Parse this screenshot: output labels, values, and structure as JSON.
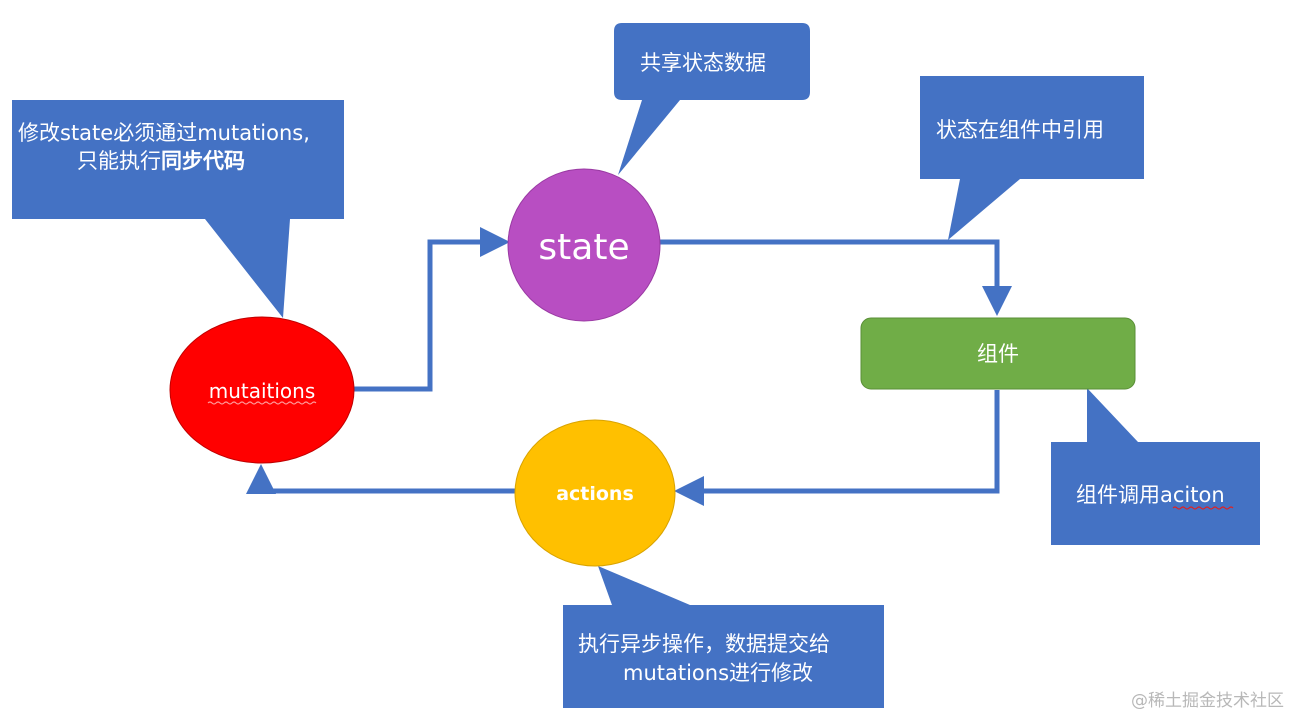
{
  "nodes": {
    "state": "state",
    "mutations": "mutaitions",
    "actions": "actions",
    "component": "组件"
  },
  "callouts": {
    "mutations_note": {
      "line1": "修改state必须通过mutations,",
      "line2_prefix": "只能执行",
      "line2_bold": "同步代码"
    },
    "state_note": "共享状态数据",
    "component_note": "状态在组件中引用",
    "action_note": "组件调用aciton",
    "actions_note": {
      "line1": "执行异步操作，数据提交给",
      "line2": "mutations进行修改"
    }
  },
  "colors": {
    "callout": "#4472C4",
    "arrow": "#4472C4",
    "state": "#B84EC2",
    "mutations": "#FF0000",
    "actions": "#FFC000",
    "component": "#70AD47",
    "spellcheck": "#E02020"
  },
  "watermark": "@稀土掘金技术社区"
}
